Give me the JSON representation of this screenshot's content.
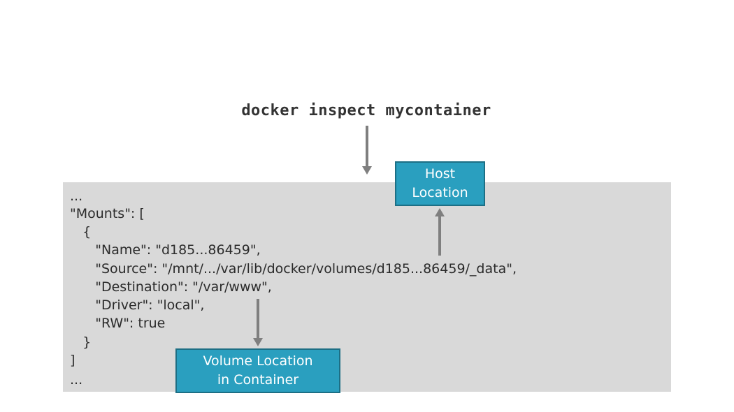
{
  "command": "docker inspect mycontainer",
  "code_lines": [
    "...",
    "\"Mounts\": [",
    "   {",
    "      \"Name\": \"d185...86459\",",
    "      \"Source\": \"/mnt/.../var/lib/docker/volumes/d185...86459/_data\",",
    "      \"Destination\": \"/var/www\",",
    "      \"Driver\": \"local\",",
    "      \"RW\": true",
    "   }",
    "]",
    "..."
  ],
  "callouts": {
    "host": {
      "line1": "Host",
      "line2": "Location"
    },
    "volume": {
      "line1": "Volume Location",
      "line2": "in Container"
    }
  },
  "colors": {
    "panel_background": "#d9d9d9",
    "callout_fill": "#2a9fbf",
    "callout_border": "#1d6f85",
    "arrow": "#7f7f7f",
    "text": "#2b2b2b"
  }
}
